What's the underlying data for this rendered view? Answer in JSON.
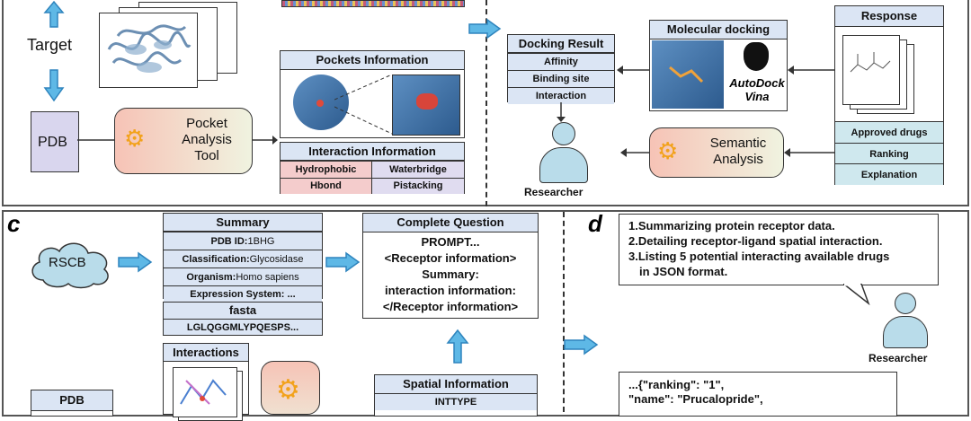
{
  "target_label": "Target",
  "pdb_label": "PDB",
  "pocket_tool": {
    "line1": "Pocket",
    "line2": "Analysis",
    "line3": "Tool"
  },
  "pockets": {
    "title": "Pockets Information"
  },
  "interaction_info": {
    "title": "Interaction Information",
    "cells": [
      "Hydrophobic",
      "Waterbridge",
      "Hbond",
      "Pistacking"
    ]
  },
  "docking_result": {
    "title": "Docking Result",
    "rows": [
      "Affinity",
      "Binding site",
      "Interaction"
    ]
  },
  "researcher_label": "Researcher",
  "molecular_docking": {
    "title": "Molecular docking",
    "logo_line1": "AutoDock",
    "logo_line2": "Vina"
  },
  "response": {
    "title": "Response",
    "rows": [
      "Approved drugs",
      "Ranking",
      "Explanation"
    ]
  },
  "semantic": {
    "line1": "Semantic",
    "line2": "Analysis"
  },
  "panel_c": {
    "letter": "c",
    "rscb": "RSCB",
    "summary": {
      "title": "Summary",
      "rows": [
        {
          "label": "PDB ID:",
          "value": "1BHG"
        },
        {
          "label": "Classification:",
          "value": "Glycosidase"
        },
        {
          "label": "Organism:",
          "value": "Homo sapiens"
        },
        {
          "label": "Expression System: ...",
          "value": ""
        }
      ]
    },
    "fasta": {
      "title": "fasta",
      "value": "LGLQGGMLYPQESPS..."
    },
    "interactions_title": "Interactions",
    "pdb_label": "PDB",
    "complete_question": {
      "title": "Complete Question",
      "lines": [
        "PROMPT...",
        "<Receptor information>",
        "Summary:",
        "interaction information:",
        "</Receptor information>"
      ]
    },
    "spatial": {
      "title": "Spatial Information",
      "row": "INTTYPE"
    }
  },
  "panel_d": {
    "letter": "d",
    "prompt_lines": [
      "1.Summarizing protein receptor data.",
      "2.Detailing receptor-ligand spatial interaction.",
      "3.Listing 5 potential interacting available drugs",
      "in JSON format."
    ],
    "researcher_label": "Researcher",
    "json_lines": [
      "...{\"ranking\": \"1\",",
      "\"name\": \"Prucalopride\","
    ]
  }
}
